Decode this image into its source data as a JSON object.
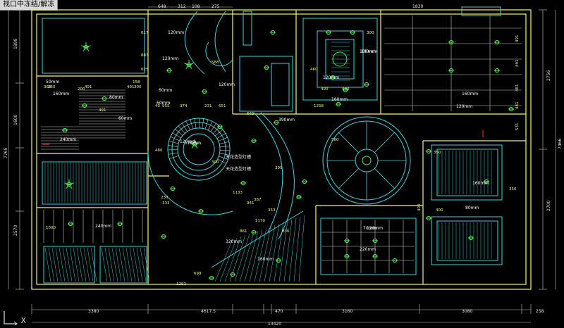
{
  "window": {
    "viewport_label": "视口中冻结/解冻",
    "ucs_axis": "X"
  },
  "colors": {
    "wall": "#f5f56a",
    "cyan": "#39d5e0",
    "green": "#4cf04c",
    "dim": "#c8c8c8",
    "red": "#ff3030",
    "white": "#e8e8e8"
  },
  "dims": {
    "top": [
      "648",
      "312",
      "108",
      "275",
      "1830"
    ],
    "bottom": [
      "3380",
      "4617.5",
      "470",
      "3160",
      "3080",
      "258"
    ],
    "bottom_total": "13420",
    "left": [
      "1899",
      "1600",
      "2570",
      "7765"
    ],
    "right": [
      "2756",
      "2700",
      "7466"
    ]
  },
  "labels": {
    "room_heights": [
      "120mm",
      "120mm",
      "60mm",
      "60mm",
      "50mm",
      "80mm",
      "120mm",
      "120mm",
      "160mm",
      "60mm",
      "240mm",
      "240mm",
      "120mm",
      "320mm",
      "160mm",
      "120mm",
      "100mm",
      "100mm",
      "160mm",
      "160mm",
      "120mm",
      "390mm",
      "220mm",
      "80mm",
      "160mm",
      "70mm",
      "120mm"
    ],
    "small_dims": [
      "617",
      "887",
      "625",
      "158",
      "491",
      "491",
      "955",
      "40",
      "374",
      "231",
      "651",
      "645",
      "588",
      "486",
      "300",
      "399",
      "387",
      "300",
      "250",
      "491",
      "1258",
      "580",
      "460",
      "490",
      "490",
      "300",
      "350",
      "400",
      "350",
      "699",
      "1291",
      "1133",
      "941",
      "353",
      "836",
      "1170",
      "1000",
      "861",
      "333",
      "230",
      "200",
      "369"
    ],
    "side_dims": [
      "491",
      "491",
      "481",
      "481",
      "531",
      "400"
    ],
    "stair_notes": [
      "天花造型灯槽",
      "天花造型灯槽"
    ]
  }
}
